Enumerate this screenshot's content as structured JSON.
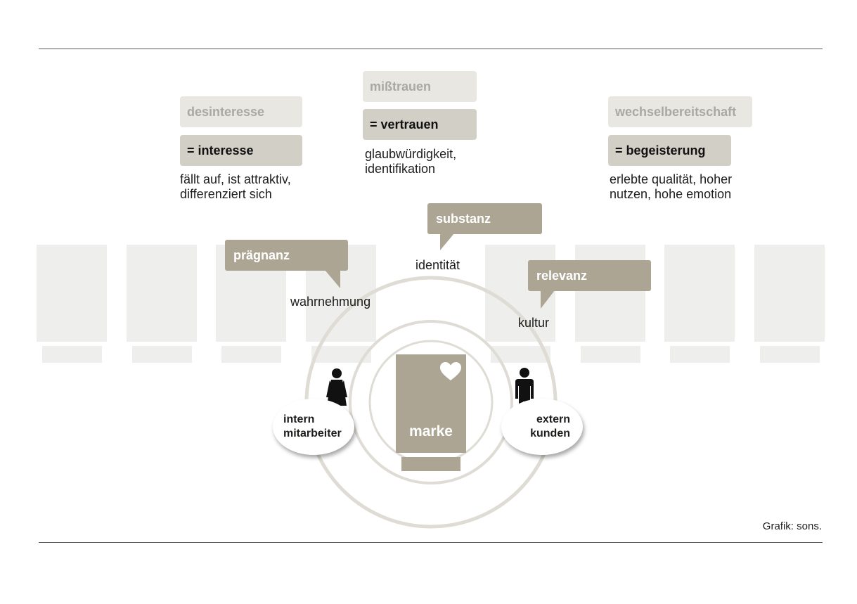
{
  "stages": [
    {
      "before": "desinteresse",
      "after": "= interesse",
      "description": "fällt auf, ist attraktiv,\ndifferenziert sich"
    },
    {
      "before": "mißtrauen",
      "after": "= vertrauen",
      "description": "glaubwürdigkeit,\nidentifikation"
    },
    {
      "before": "wechselbereitschaft",
      "after": "= begeisterung",
      "description": "erlebte qualität, hoher\nnutzen, hohe emotion"
    }
  ],
  "bubbles": [
    {
      "title": "prägnanz",
      "caption": "wahrnehmung"
    },
    {
      "title": "substanz",
      "caption": "identität"
    },
    {
      "title": "relevanz",
      "caption": "kultur"
    }
  ],
  "center": {
    "label": "marke",
    "icon": "heart-icon"
  },
  "audiences": {
    "intern": {
      "line1": "intern",
      "line2": "mitarbeiter",
      "icon": "woman-icon"
    },
    "extern": {
      "line1": "extern",
      "line2": "kunden",
      "icon": "man-icon"
    }
  },
  "credit": "Grafik: sons.",
  "colors": {
    "brand_taupe": "#aca594",
    "box_light": "#e8e7e1",
    "box_dark": "#d1cfc6",
    "ring": "#dedcd4",
    "tile": "#eeeeec"
  }
}
